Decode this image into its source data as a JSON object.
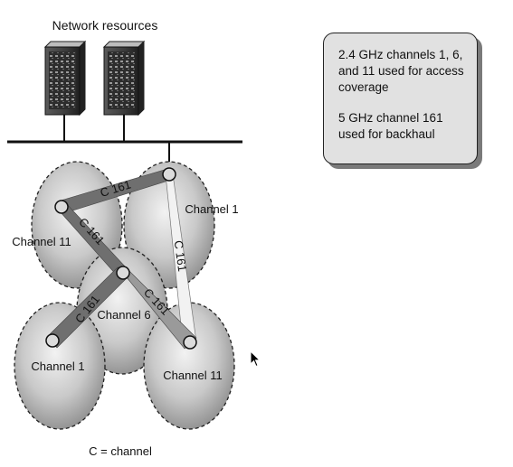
{
  "header": {
    "network_resources": "Network resources"
  },
  "note": {
    "line1": "2.4 GHz channels 1, 6, and 11 used for access coverage",
    "line2": "5 GHz channel 161 used for backhaul"
  },
  "cells": {
    "top_left": "Channel 11",
    "top_right": "Channel 1",
    "middle": "Channel 6",
    "bottom_left": "Channel 1",
    "bottom_right": "Channel 11"
  },
  "links": {
    "top": "C 161",
    "left_diag": "C 161",
    "vertical": "C 161",
    "lower_left": "C 161",
    "lower_right": "C 161"
  },
  "legend": "C = channel",
  "colors": {
    "link_dark": "#6f6f6f",
    "link_light": "#f2f2f2",
    "bus": "#111111",
    "note_bg": "#e1e1e1"
  }
}
